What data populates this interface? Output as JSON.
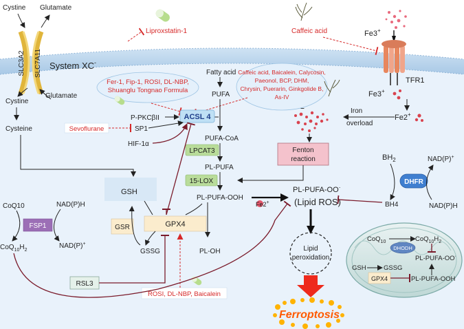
{
  "labels": {
    "cystine_out": "Cystine",
    "glutamate_out": "Glutamate",
    "slc3a2": "SLC3A2",
    "slc7a11": "SLC7A11",
    "system_xc": "System XC",
    "system_xc_sup": "-",
    "liproxstatin": "Liproxstatin-1",
    "caffeic_top": "Caffeic acid",
    "fe3_top": "Fe3",
    "fe3_top_sup": "+",
    "tfr1": "TFR1",
    "fe3_mid": "Fe3",
    "fe3_mid_sup": "+",
    "fe2_right": "Fe2",
    "fe2_right_sup": "+",
    "iron_overload_1": "Iron",
    "iron_overload_2": "overload",
    "fe2_cluster": "Fe2",
    "fe2_cluster_sup": "+",
    "fenton_1": "Fenton",
    "fenton_2": "reaction",
    "glutamate_in": "Glutamate",
    "cystine_in": "Cystine",
    "cysteine": "Cysteine",
    "inhib_left_1": "Fer-1, Fip-1, ROSI, DL-NBP,",
    "inhib_left_2": "Shuanglu Tongnao Formula",
    "fatty_acid": "Fatty acid",
    "pufa": "PUFA",
    "inhib_right_1": "Caffeic acid, Baicalein, Calycosin,",
    "inhib_right_2": "Paeonol, BCP, DHM,",
    "inhib_right_3": "Chrysin, Puerarin, Ginkgolide B,",
    "inhib_right_4": "As-IV",
    "ppkc": "P-PKCβII",
    "acsl4": "ACSL 4",
    "sevoflurane": "Sevoflurane",
    "sp1": "SP1",
    "hif": "HIF-1α",
    "pufa_coa": "PUFA-CoA",
    "lpcat3": "LPCAT3",
    "pl_pufa": "PL-PUFA",
    "lox": "15-LOX",
    "pl_pufa_ooh": "PL-PUFA-OOH",
    "fe2_small": "Fe2",
    "fe2_small_sup": "+",
    "pl_pufa_oo": "PL-PUFA-OO",
    "pl_pufa_oo_sup": "·",
    "lipid_ros": "(Lipid ROS)",
    "gsh": "GSH",
    "gsr": "GSR",
    "gpx4": "GPX4",
    "gssg": "GSSG",
    "pl_oh": "PL-OH",
    "coq10": "CoQ10",
    "nadph_fsp1": "NAD(P)H",
    "fsp1": "FSP1",
    "coq10h2_a": "CoQ",
    "coq10h2_b": "10",
    "coq10h2_c": "H",
    "coq10h2_d": "2",
    "nadp_fsp1": "NAD(P)",
    "nadp_fsp1_sup": "+",
    "rsl3": "RSL3",
    "rosi_bottom": "ROSI, DL-NBP, Baicalein",
    "lipid_perox_1": "Lipid",
    "lipid_perox_2": "peroxidation",
    "ferroptosis": "Ferroptosis",
    "bh2": "BH",
    "bh2_sub": "2",
    "nadp_dhfr": "NAD(P)",
    "nadp_dhfr_sup": "+",
    "dhfr": "DHFR",
    "bh4": "BH4",
    "nadph_dhfr": "NAD(P)H",
    "mito_coq10_a": "CoQ",
    "mito_coq10_b": "10",
    "mito_dhodh": "DHODH",
    "mito_coq10h2_a": "CoQ",
    "mito_coq10h2_b": "10",
    "mito_coq10h2_c": "H",
    "mito_coq10h2_d": "2",
    "mito_pl_pufa_oo": "PL-PUFA-OO",
    "mito_pl_pufa_oo_sup": "·",
    "mito_gsh": "GSH",
    "mito_gssg": "GSSG",
    "mito_gpx4": "GPX4",
    "mito_pl_pufa_ooh": "PL-PUFA-OOH"
  },
  "colors": {
    "inhibitor_red": "#d62828",
    "membrane_blue": "#9cc3e3",
    "cell_fill": "#e6f0fa",
    "acsl4_fill": "#bfe0f5",
    "acsl4_text": "#1f3f8a",
    "enzyme_green": "#b9dc9a",
    "fenton_pink": "#f4c2cc",
    "gpx4_fill": "#fbeccd",
    "fsp1_purple": "#9c6fb6",
    "dhfr_blue": "#3f7fd0",
    "dark_red_line": "#7a1a2a",
    "ferroptosis_orange": "#ff6a00"
  }
}
